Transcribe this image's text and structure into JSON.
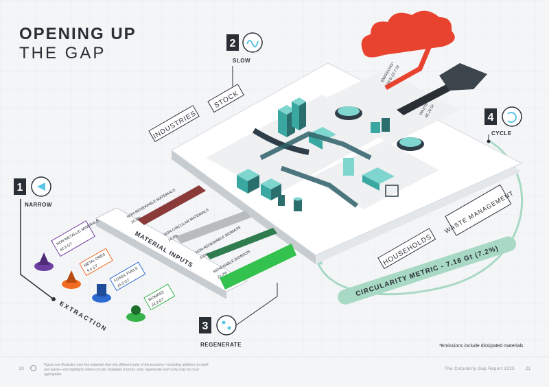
{
  "title": {
    "line1": "OPENING UP",
    "line2": "THE GAP"
  },
  "strategies": {
    "narrow": {
      "number": "1",
      "label": "NARROW"
    },
    "slow": {
      "number": "2",
      "label": "SLOW"
    },
    "regenerate": {
      "number": "3",
      "label": "REGENERATE"
    },
    "cycle": {
      "number": "4",
      "label": "CYCLE"
    }
  },
  "extraction": {
    "label": "EXTRACTION",
    "items": [
      {
        "name": "NON-METALLIC MINERALS",
        "value": "42.8 GT",
        "color": "#6e3fa3"
      },
      {
        "name": "METAL ORES",
        "value": "9.4 GT",
        "color": "#f26b22"
      },
      {
        "name": "FOSSIL FUELS",
        "value": "15.5 GT",
        "color": "#2e6bd1"
      },
      {
        "name": "BIOMASS",
        "value": "24.9 GT",
        "color": "#37b34a"
      }
    ]
  },
  "material_inputs": {
    "label": "MATERIAL INPUTS",
    "flows": [
      {
        "name": "NON-RENEWABLE MATERIALS",
        "value": "15.0%",
        "color": "#8b3a3a"
      },
      {
        "name": "NON-CIRCULAR MATERIALS",
        "value": "14.8%",
        "color": "#b9bcbf"
      },
      {
        "name": "NON-RENEWABLE BIOMASS",
        "value": "3.8%",
        "color": "#2f7d4f"
      },
      {
        "name": "RENEWABLE BIOMASS",
        "value": "21.2%",
        "color": "#33c24d"
      }
    ]
  },
  "economy": {
    "industries": "INDUSTRIES",
    "stock": "STOCK",
    "households": "HOUSEHOLDS",
    "waste_management": "WASTE MANAGEMENT"
  },
  "outputs": {
    "emissions": {
      "name": "EMISSIONS*",
      "value": "14.9–15.7 Gt",
      "color": "#e8432e"
    },
    "waste": {
      "name": "WASTE",
      "value": "35.26 Gt",
      "color": "#2a2f36"
    }
  },
  "circularity": {
    "label": "CIRCULARITY METRIC - 7.16 Gt (7.2%)",
    "color": "#a8d9c4"
  },
  "note": "*Emissions include dissipated materials",
  "footer": {
    "caption": "Figure one illustrates how key materials flow into different parts of the economy—including additions to stock and waste—and highlights where circular strategies (narrow, slow, regenerate and cycle) may be most appropriate.",
    "report": "The Circularity Gap Report  2023",
    "page_left": "20",
    "page_right": "21"
  }
}
